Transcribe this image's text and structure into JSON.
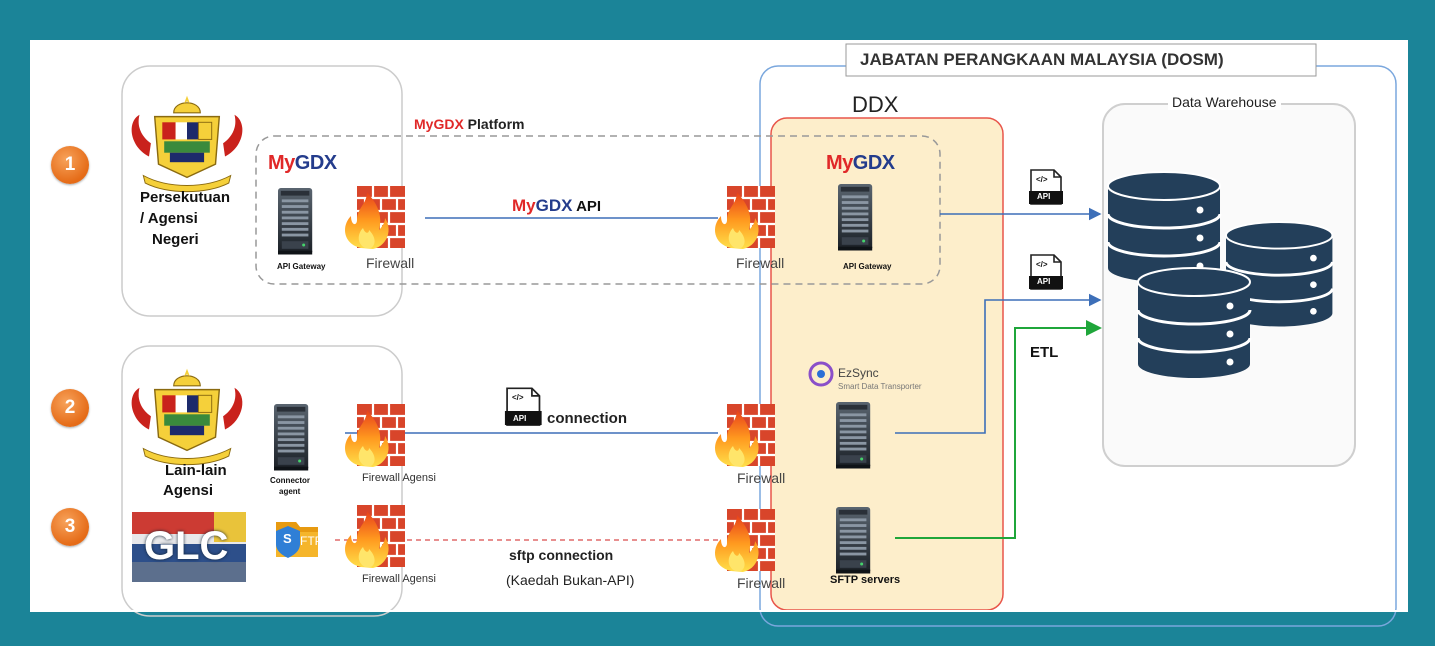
{
  "dept_title": "JABATAN PERANGKAAN MALAYSIA (DOSM)",
  "ddx_label": "DDX",
  "warehouse_label": "Data Warehouse",
  "platform": {
    "my": "My",
    "gdx": "GDX",
    "suffix": " Platform"
  },
  "api_title": {
    "my": "My",
    "gdx": "GDX",
    "suffix": " API"
  },
  "logo": {
    "my": "My",
    "gdx": "GDX"
  },
  "badges": [
    "1",
    "2",
    "3"
  ],
  "agency1": {
    "line1": "Persekutuan",
    "line2": "/ Agensi",
    "line3": "Negeri"
  },
  "agency2": {
    "line1": "Lain-lain",
    "line2": "Agensi"
  },
  "glc_label": "GLC",
  "labels": {
    "api_gateway": "API Gateway",
    "firewall": "Firewall",
    "firewall_agensi": "Firewall Agensi",
    "connector": "Connector",
    "agent": "agent",
    "connection": "connection",
    "sftp_connection": "sftp connection",
    "non_api": "(Kaedah Bukan-API)",
    "sftp_servers": "SFTP servers",
    "etl": "ETL",
    "api_doc": "API",
    "api_tag": "</>",
    "sftp_s": "S",
    "sftp_ftp": "FTP"
  },
  "ezsync": {
    "name": "EzSync",
    "tagline": "Smart Data Transporter"
  },
  "colors": {
    "frame": "#1b8498",
    "badge": "#e56b17",
    "ddx_fill": "#fdeecb",
    "ddx_border": "#e8554a",
    "blue_line": "#3d6fb8",
    "green_line": "#1fa63a",
    "sftp_line": "#e06a6a",
    "database": "#233f5a",
    "brick": "#d8452a",
    "mygdx_red": "#e02828",
    "mygdx_blue": "#243c8c"
  }
}
